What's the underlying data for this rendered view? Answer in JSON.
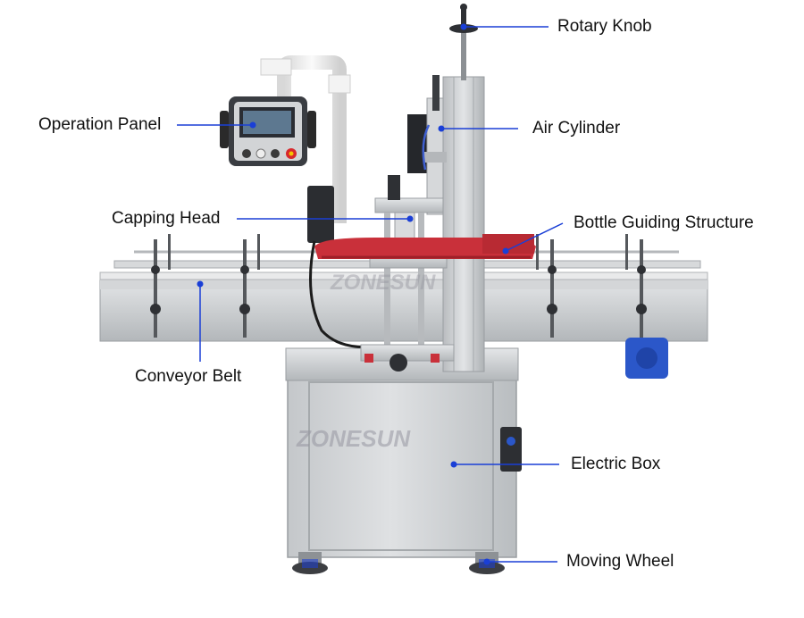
{
  "figure": {
    "brand_watermark": "ZONESUN",
    "colors": {
      "callout": "#1a3fd6",
      "steel": "#c9cbcd",
      "steel_dark": "#9a9ea2",
      "red_plate": "#c9303a",
      "motor_blue": "#2b57c9",
      "dark": "#2a2a2a",
      "pipe": "#ececec"
    }
  },
  "callouts": [
    {
      "id": "rotary-knob",
      "label": "Rotary Knob"
    },
    {
      "id": "operation-panel",
      "label": "Operation Panel"
    },
    {
      "id": "air-cylinder",
      "label": "Air Cylinder"
    },
    {
      "id": "capping-head",
      "label": "Capping Head"
    },
    {
      "id": "bottle-guiding-structure",
      "label": "Bottle Guiding Structure"
    },
    {
      "id": "conveyor-belt",
      "label": "Conveyor Belt"
    },
    {
      "id": "electric-box",
      "label": "Electric Box"
    },
    {
      "id": "moving-wheel",
      "label": "Moving Wheel"
    }
  ]
}
